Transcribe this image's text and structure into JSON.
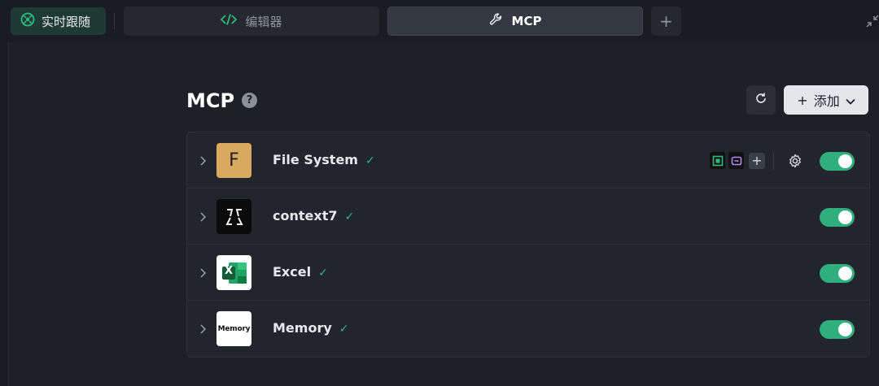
{
  "topbar": {
    "follow_label": "实时跟随",
    "tabs": [
      {
        "label": "编辑器",
        "icon": "code-icon",
        "active": false
      },
      {
        "label": "MCP",
        "icon": "wrench-icon",
        "active": true
      }
    ],
    "add_tab_label": "+"
  },
  "header": {
    "title": "MCP",
    "help": "?",
    "add_label": "添加",
    "add_prefix": "+"
  },
  "servers": [
    {
      "name": "File System",
      "logo_text": "F",
      "enabled": true
    },
    {
      "name": "context7",
      "logo_text": "",
      "enabled": true
    },
    {
      "name": "Excel",
      "logo_text": "X",
      "enabled": true
    },
    {
      "name": "Memory",
      "logo_text": "Memory",
      "enabled": true
    }
  ],
  "colors": {
    "accent": "#2eaf7d",
    "check": "#2eb886",
    "file_system_logo": "#d9a95f",
    "excel_green": "#1f7a46"
  }
}
